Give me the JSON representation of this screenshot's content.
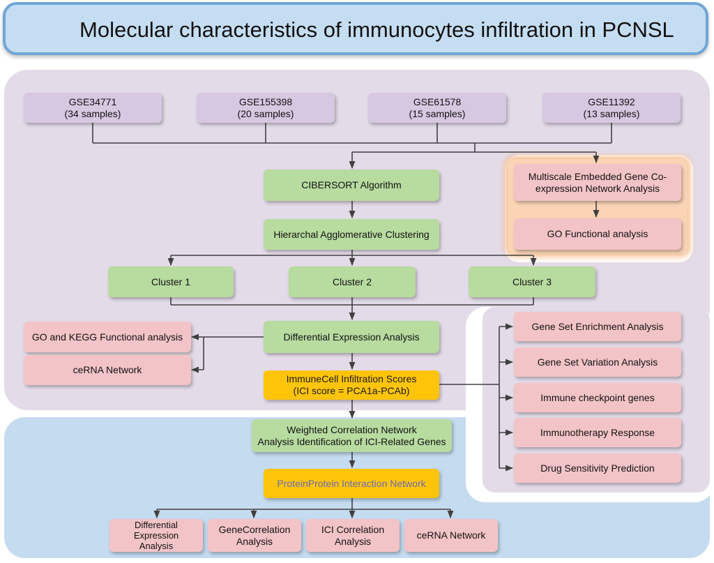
{
  "title": "Molecular characteristics of immunocytes infiltration in PCNSL",
  "datasets": [
    {
      "label": "GSE34771\n(34 samples)"
    },
    {
      "label": "GSE155398\n(20 samples)"
    },
    {
      "label": "GSE61578\n(15 samples)"
    },
    {
      "label": "GSE11392\n(13 samples)"
    }
  ],
  "steps": {
    "cibersort": "CIBERSORT Algorithm",
    "clustering": "Hierarchal Agglomerative Clustering",
    "clusters": [
      "Cluster 1",
      "Cluster 2",
      "Cluster 3"
    ],
    "dea": "Differential Expression Analysis",
    "ici_scores": "ImmuneCell Infiltration Scores\n(ICI score = PCA1a-PCAb)",
    "wgcna": "Weighted Correlation Network\nAnalysis Identification of ICI-Related Genes",
    "ppi": "ProteinProtein Interaction Network"
  },
  "megena": {
    "analysis": "Multiscale Embedded Gene Co-\nexpression Network Analysis",
    "go": "GO Functional analysis"
  },
  "dea_outputs": [
    "GO and KEGG Functional analysis",
    "ceRNA Network"
  ],
  "ici_outputs": [
    "Gene Set Enrichment Analysis",
    "Gene Set Variation Analysis",
    "Immune checkpoint genes",
    "Immunotherapy Response",
    "Drug Sensitivity Prediction"
  ],
  "ppi_outputs": [
    "Differential\nExpression\nAnalysis",
    "GeneCorrelation\nAnalysis",
    "ICI Correlation\nAnalysis",
    "ceRNA Network"
  ],
  "colors": {
    "dataset_box": "#d7c8e2",
    "step_box": "#b8dba0",
    "output_box": "#f3c4c7",
    "highlight_box": "#fdc40a",
    "title_bg": "#c5ddf2",
    "title_border": "#6fa6d6",
    "purple_region": "#e4dbe9",
    "blue_region": "#c5dbf0",
    "megena_region": "#fad4b5",
    "connector": "#404040"
  }
}
